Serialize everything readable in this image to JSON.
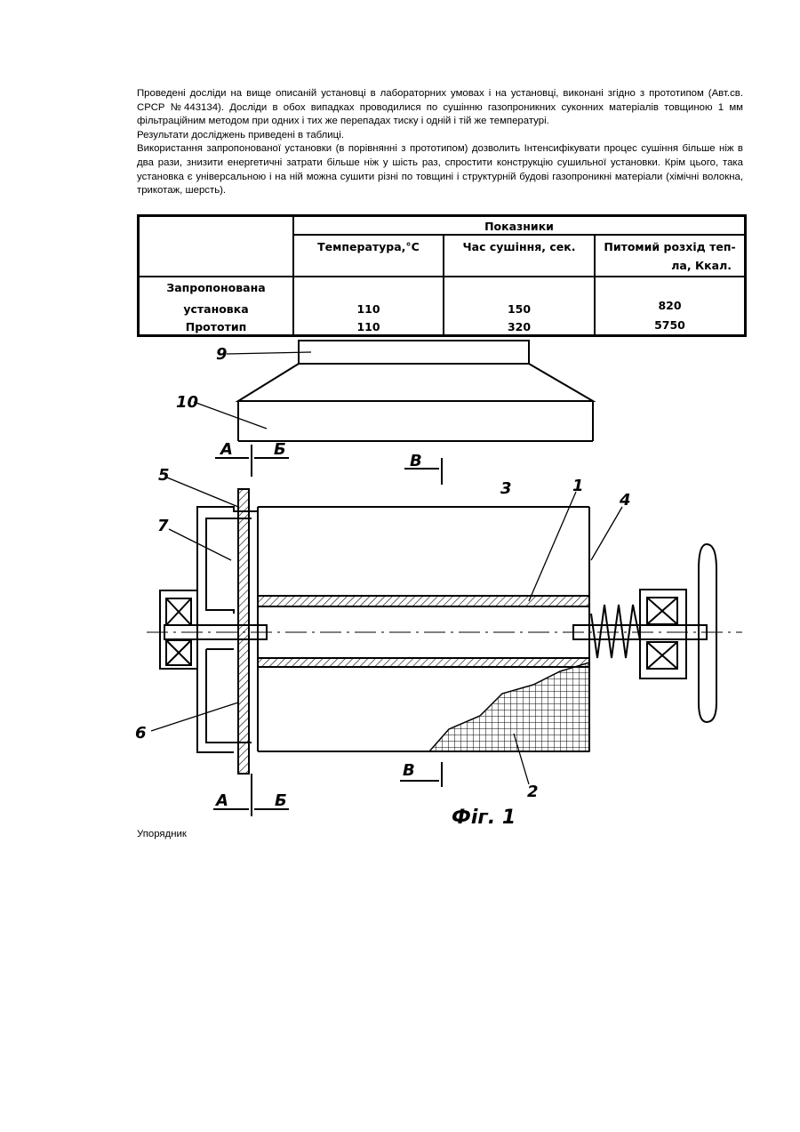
{
  "paragraphs": [
    "Проведені досліди на вище описаній установці в лабораторних умовах і на установці, виконані згідно з прототипом (Авт.св. СРСР №443134). Досліди в обох випадках проводилися по сушінню газопроникних суконних матеріалів товщиною 1 мм фільтраційним методом при одних і тих же перепадах тиску і одній і тій же температурі.",
    "Результати досліджень приведені в таблиці.",
    "Використання запропонованої установки (в порівнянні з прототипом) дозволить Інтенсифікувати процес сушіння більше ніж в два рази, знизити енергетичні затрати більше ніж у шість раз, спростити конструкцію сушильної установки. Крім цього, така установка є універсальною і на ній можна сушити різні по товщині і структурній будові газопроникні матеріали (хімічні волокна, трикотаж, шерсть)."
  ],
  "table": {
    "group_header": "Показники",
    "columns": [
      "Температура,°С",
      "Час сушіння, сек.",
      "Питомий розхід тепла, Ккал."
    ],
    "col3_line1": "Питомий розхід теп-",
    "col3_line2": "ла, Ккал.",
    "rows": [
      {
        "label_line1": "Запропонована",
        "label_line2": "установка",
        "values": [
          "110",
          "150",
          "820"
        ]
      },
      {
        "label_line1": "Прототип",
        "label_line2": "",
        "values": [
          "110",
          "320",
          "5750"
        ]
      }
    ]
  },
  "figure": {
    "caption": "Фіг. 1",
    "labels": [
      "1",
      "2",
      "3",
      "4",
      "5",
      "6",
      "7",
      "9",
      "10"
    ],
    "section_marks": {
      "a": "А",
      "b": "Б",
      "v": "В"
    }
  },
  "footer": "Упорядник"
}
